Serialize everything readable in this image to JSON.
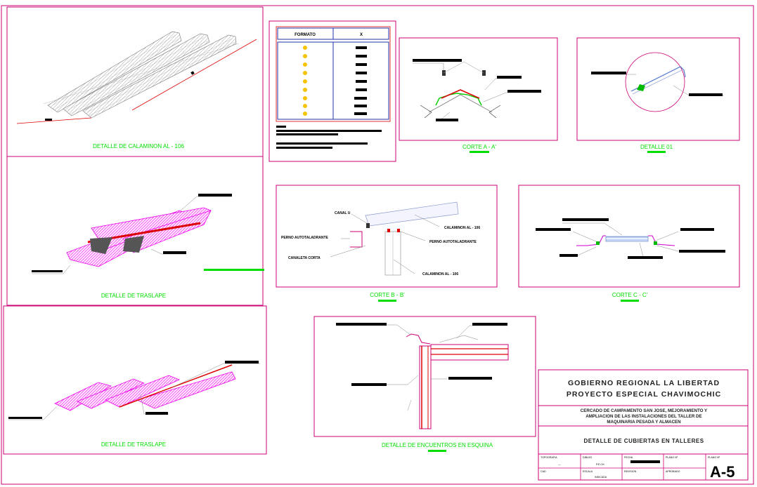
{
  "captions": {
    "calaminon": "DETALLE DE CALAMINON AL - 106",
    "traslape1": "DETALLE DE TRASLAPE",
    "traslape2": "DETALLE DE TRASLAPE",
    "corte_a": "CORTE A - A'",
    "detalle_01": "DETALLE 01",
    "corte_b": "CORTE B - B'",
    "corte_c": "CORTE C - C'",
    "encuentros": "DETALLE DE ENCUENTROS EN ESQUINA"
  },
  "format_table": {
    "header_left": "FORMATO",
    "header_right": "X"
  },
  "corte_b_labels": {
    "canal": "CANAL U",
    "perno_left": "PERNO AUTOTALADRANTE",
    "canaleta": "CANALETA CORTA",
    "calaminon_top": "CALAMINON AL - 106",
    "perno_right": "PERNO AUTOTALADRANTE",
    "calaminon_bottom": "CALAMINON AL - 106"
  },
  "title_block": {
    "line1": "GOBIERNO REGIONAL LA LIBERTAD",
    "line2": "PROYECTO ESPECIAL CHAVIMOCHIC",
    "project1": "CERCADO DE CAMPAMENTO SAN JOSE, MEJORAMIENTO Y",
    "project2": "AMPLIACION DE LAS INSTALACIONES DEL TALLER DE",
    "project3": "MAQUINARIA PESADA Y ALMACEN",
    "sheet_title": "DETALLE DE CUBIERTAS EN TALLERES",
    "cell_topografia": "TOPOGRAFIA",
    "cell_topografia_val": "—",
    "cell_dibujo": "DIBUJO",
    "cell_dibujo_val": "P.E.CH.",
    "cell_escala": "ESCALA",
    "cell_escala_val": "INDICADA",
    "cell_fecha": "FECHA",
    "cell_plano": "PLANO Nº",
    "cell_revision": "REVISION",
    "cell_aprobado": "APROBADO",
    "cell_cad": "CAD",
    "sheet_number": "A-5"
  },
  "colors": {
    "frame": "#cc0077",
    "caption": "#00dd00",
    "accent_red": "#dd0000",
    "sheet_magenta": "#ee00ee"
  }
}
